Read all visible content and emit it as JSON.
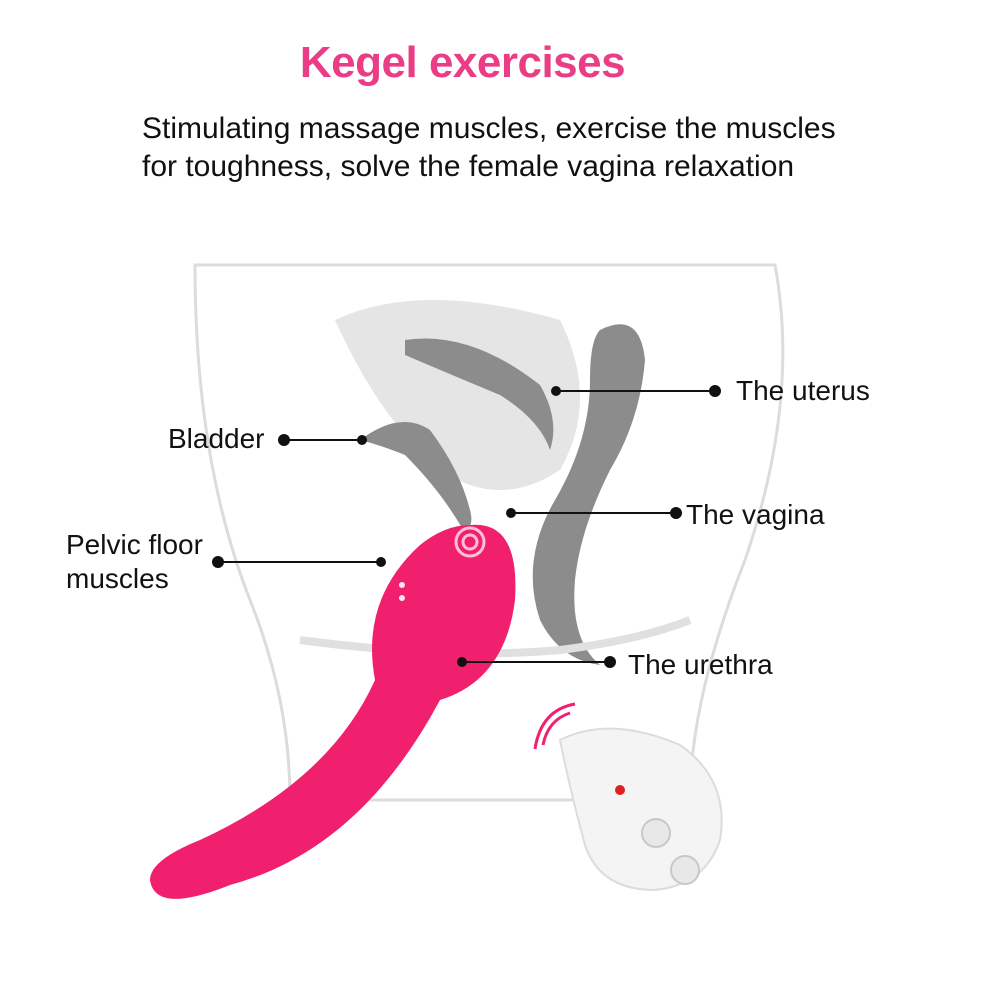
{
  "header": {
    "title": "Kegel exercises",
    "description_line1": "Stimulating massage muscles, exercise the muscles",
    "description_line2": "for toughness, solve the female vagina relaxation"
  },
  "labels": {
    "uterus": "The uterus",
    "bladder": "Bladder",
    "vagina": "The vagina",
    "pelvic_floor_line1": "Pelvic floor",
    "pelvic_floor_line2": "muscles",
    "urethra": "The urethra"
  },
  "colors": {
    "title": "#ea3d86",
    "device": "#f0206e",
    "organ_gray": "#8c8c8c",
    "organ_light": "#e2e2e2",
    "remote": "#f4f4f4",
    "led": "#e02020"
  }
}
